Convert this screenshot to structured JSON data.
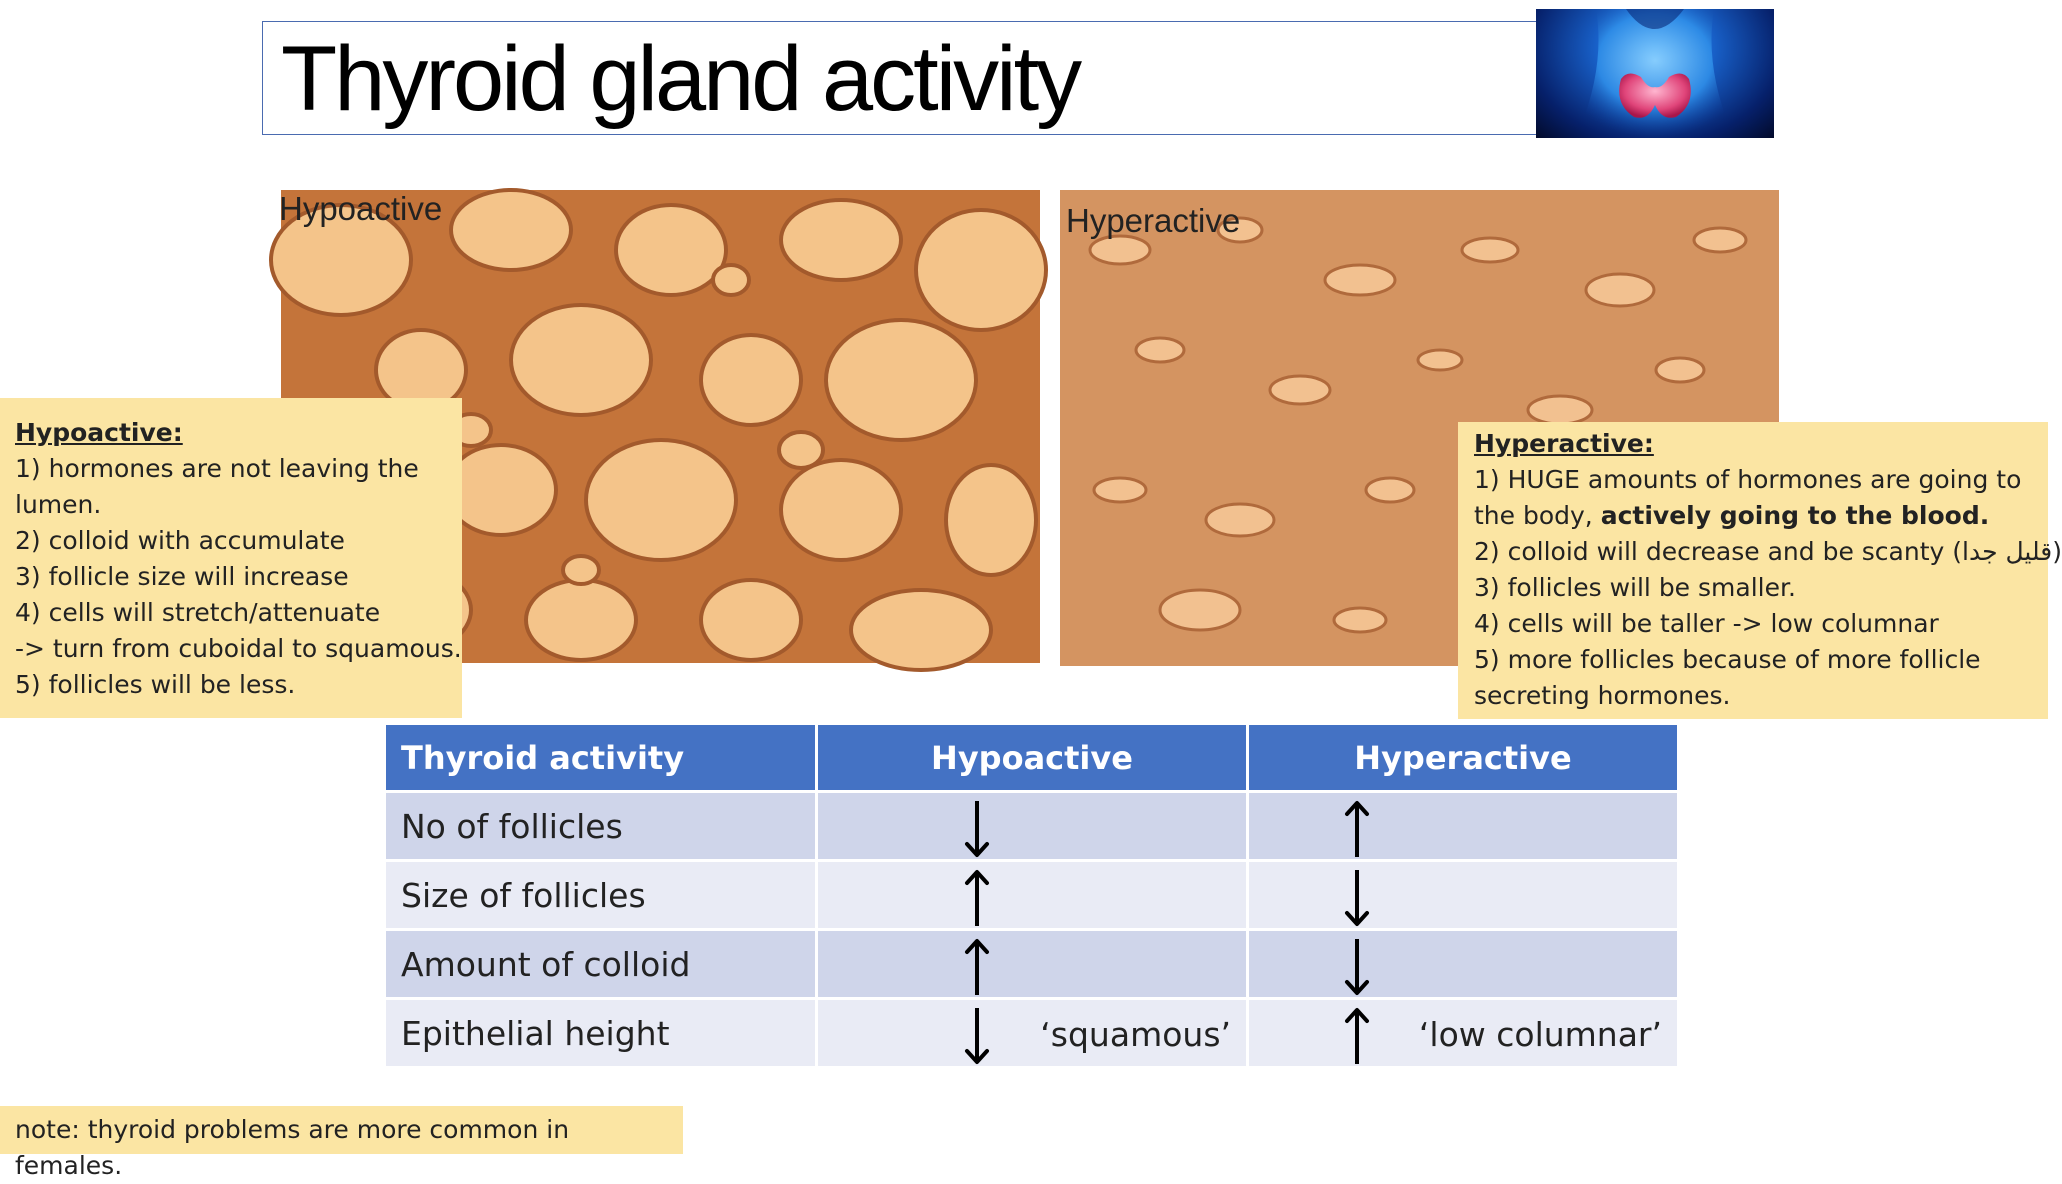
{
  "title": "Thyroid gland activity",
  "images": {
    "hypo_label": "Hypoactive",
    "hyper_label": "Hyperactive"
  },
  "hypo_note": {
    "heading": "Hypoactive:",
    "lines": [
      "1) hormones are not leaving the",
      "lumen.",
      "2) colloid with accumulate",
      "3) follicle size will increase",
      "4) cells will stretch/attenuate",
      "-> turn from cuboidal to squamous.",
      "5) follicles will be less."
    ]
  },
  "hyper_note": {
    "heading": "Hyperactive:",
    "line1": "1) HUGE amounts of hormones are going to",
    "line2_start": "the body, ",
    "line2_bold": "actively going to the blood.",
    "line3": "2) colloid will decrease and be scanty (قليل جدا)",
    "line4": "3) follicles will be smaller.",
    "line5": "4) cells will be taller -> low columnar",
    "line6": "5) more follicles because of more follicle",
    "line7": "secreting hormones."
  },
  "table": {
    "headers": [
      "Thyroid activity",
      "Hypoactive",
      "Hyperactive"
    ],
    "rows": [
      {
        "label": "No of follicles",
        "hypo": "down",
        "hyper": "up",
        "hypo_note": "",
        "hyper_note": ""
      },
      {
        "label": "Size of follicles",
        "hypo": "up",
        "hyper": "down",
        "hypo_note": "",
        "hyper_note": ""
      },
      {
        "label": "Amount of colloid",
        "hypo": "up",
        "hyper": "down",
        "hypo_note": "",
        "hyper_note": ""
      },
      {
        "label": "Epithelial height",
        "hypo": "down",
        "hyper": "up",
        "hypo_note": "‘squamous’",
        "hyper_note": "‘low columnar’"
      }
    ]
  },
  "footer_note": "note: thyroid problems are more common in females.",
  "colors": {
    "header_blue": "#4472c4",
    "row_dark": "#cfd5ea",
    "row_light": "#e9ebf5",
    "note_yellow": "#fbe5a3"
  }
}
